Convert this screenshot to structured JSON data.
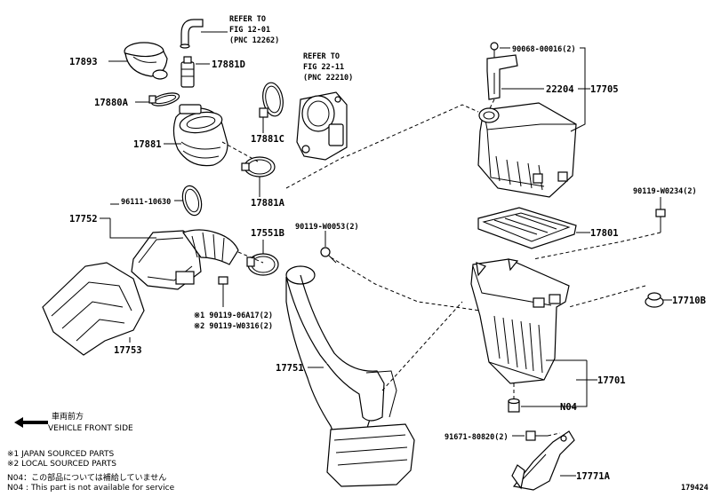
{
  "refs": [
    {
      "lines": [
        "REFER TO",
        "FIG 12-01",
        "(PNC 12262)"
      ]
    },
    {
      "lines": [
        "REFER TO",
        "FIG 22-11",
        "(PNC 22210)"
      ]
    }
  ],
  "labels": {
    "p17893": "17893",
    "p17881D": "17881D",
    "p17880A": "17880A",
    "p17881": "17881",
    "p17881C": "17881C",
    "p17881A": "17881A",
    "p90068": "90068-00016(2)",
    "p22204": "22204",
    "p17705": "17705",
    "p96111": "96111-10630",
    "p17752": "17752",
    "p17551B": "17551B",
    "p90119w0053": "90119-W0053(2)",
    "p90119w0234": "90119-W0234(2)",
    "p17801": "17801",
    "p17710B": "17710B",
    "p90119_06A17": "※1 90119-06A17(2)",
    "p90119_W0316": "※2 90119-W0316(2)",
    "p17753": "17753",
    "p17751": "17751",
    "p17701": "17701",
    "pN04": "N04",
    "p91671": "91671-80820(2)",
    "p17771A": "17771A"
  },
  "front": {
    "jp": "車両前方",
    "en": "VEHICLE FRONT SIDE"
  },
  "notes": [
    "※1 JAPAN SOURCED PARTS",
    "※2 LOCAL SOURCED PARTS",
    "N04：この部品については補給していません",
    "N04 : This part is not available for service"
  ],
  "figure_number": "179424"
}
